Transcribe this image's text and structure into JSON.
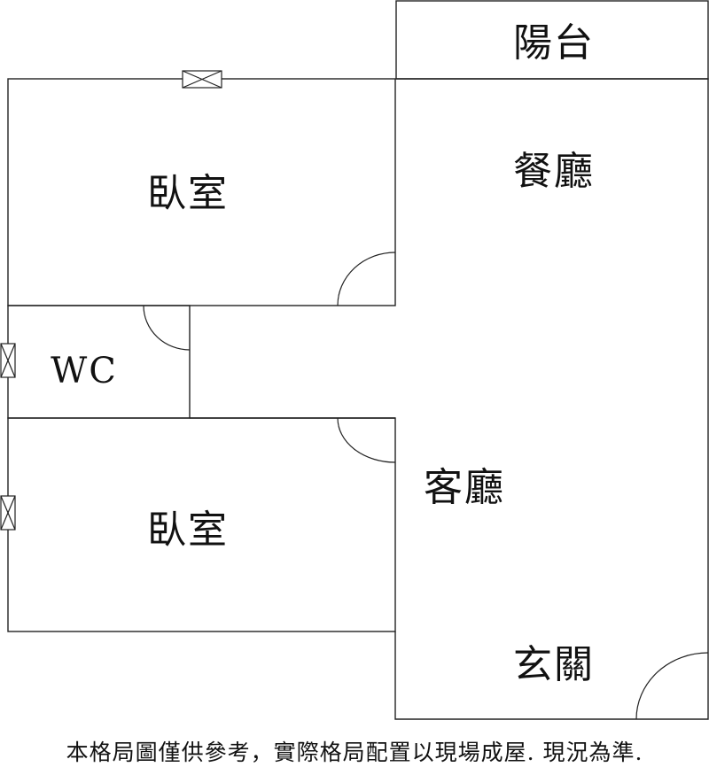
{
  "rooms": {
    "balcony": "陽台",
    "dining": "餐廳",
    "bedroom_top": "臥室",
    "wc": "WC",
    "living": "客廳",
    "bedroom_bottom": "臥室",
    "entrance": "玄關"
  },
  "footnote": "本格局圖僅供參考，實際格局配置以現場成屋. 現況為準."
}
